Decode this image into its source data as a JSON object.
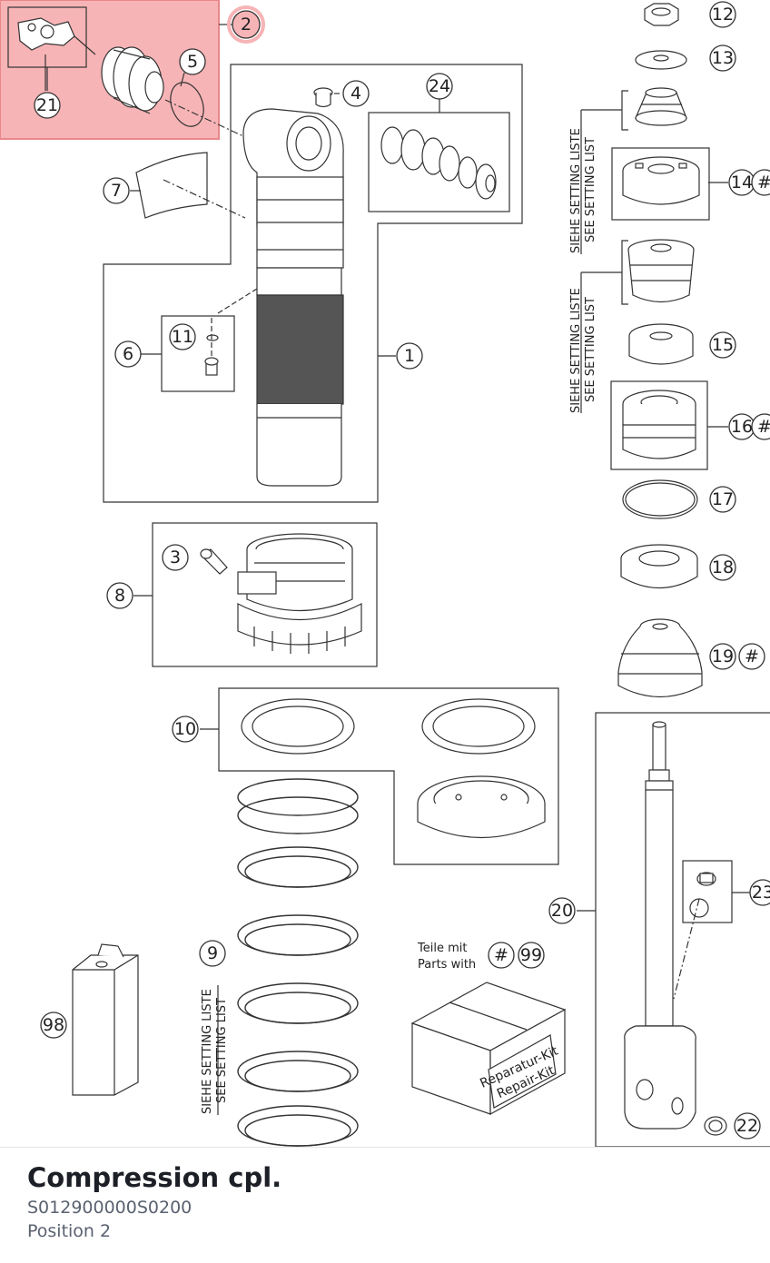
{
  "diagram": {
    "callouts": [
      "1",
      "2",
      "3",
      "4",
      "5",
      "6",
      "7",
      "8",
      "9",
      "10",
      "11",
      "12",
      "13",
      "14",
      "15",
      "16",
      "17",
      "18",
      "19",
      "20",
      "21",
      "22",
      "23",
      "24",
      "98",
      "99"
    ],
    "hash_symbol": "#",
    "setting_list_de": "SIEHE SETTING LISTE",
    "setting_list_en": "SEE SETTING LIST",
    "parts_with_de": "Teile mit",
    "parts_with_en": "Parts with",
    "repair_kit_de": "Reparatur-Kit",
    "repair_kit_en": "Repair-Kit",
    "highlight_color": "#f7b4b6",
    "highlight_border": "#e8878a"
  },
  "part": {
    "name": "Compression cpl.",
    "number": "S012900000S0200",
    "position": "Position 2"
  }
}
